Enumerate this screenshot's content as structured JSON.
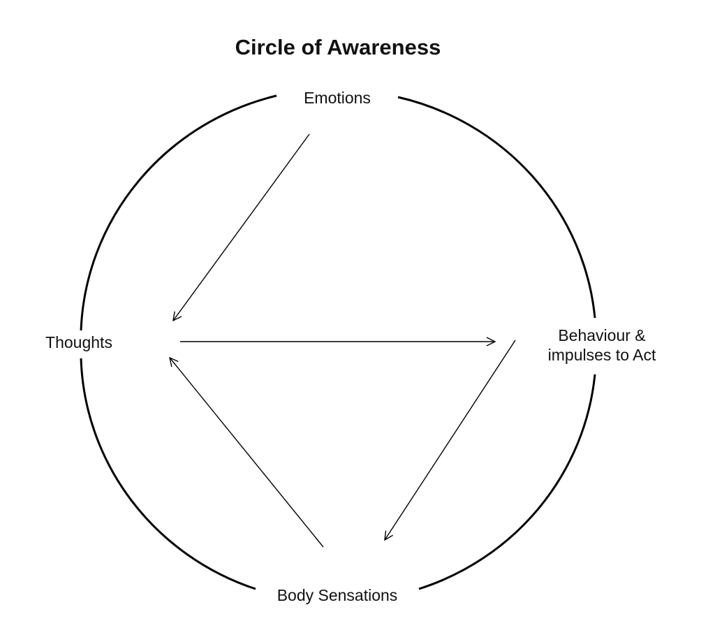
{
  "title": "Circle of Awareness",
  "nodes": {
    "emotions": "Emotions",
    "thoughts": "Thoughts",
    "behaviour": "Behaviour &\nimpulses to Act",
    "body_sensations": "Body Sensations"
  },
  "links": [
    {
      "from": "Emotions",
      "to": "Thoughts"
    },
    {
      "from": "Thoughts",
      "to": "Behaviour & impulses to Act"
    },
    {
      "from": "Behaviour & impulses to Act",
      "to": "Body Sensations"
    },
    {
      "from": "Body Sensations",
      "to": "Thoughts"
    }
  ],
  "colors": {
    "stroke": "#000000",
    "text": "#111111",
    "background": "#ffffff"
  }
}
